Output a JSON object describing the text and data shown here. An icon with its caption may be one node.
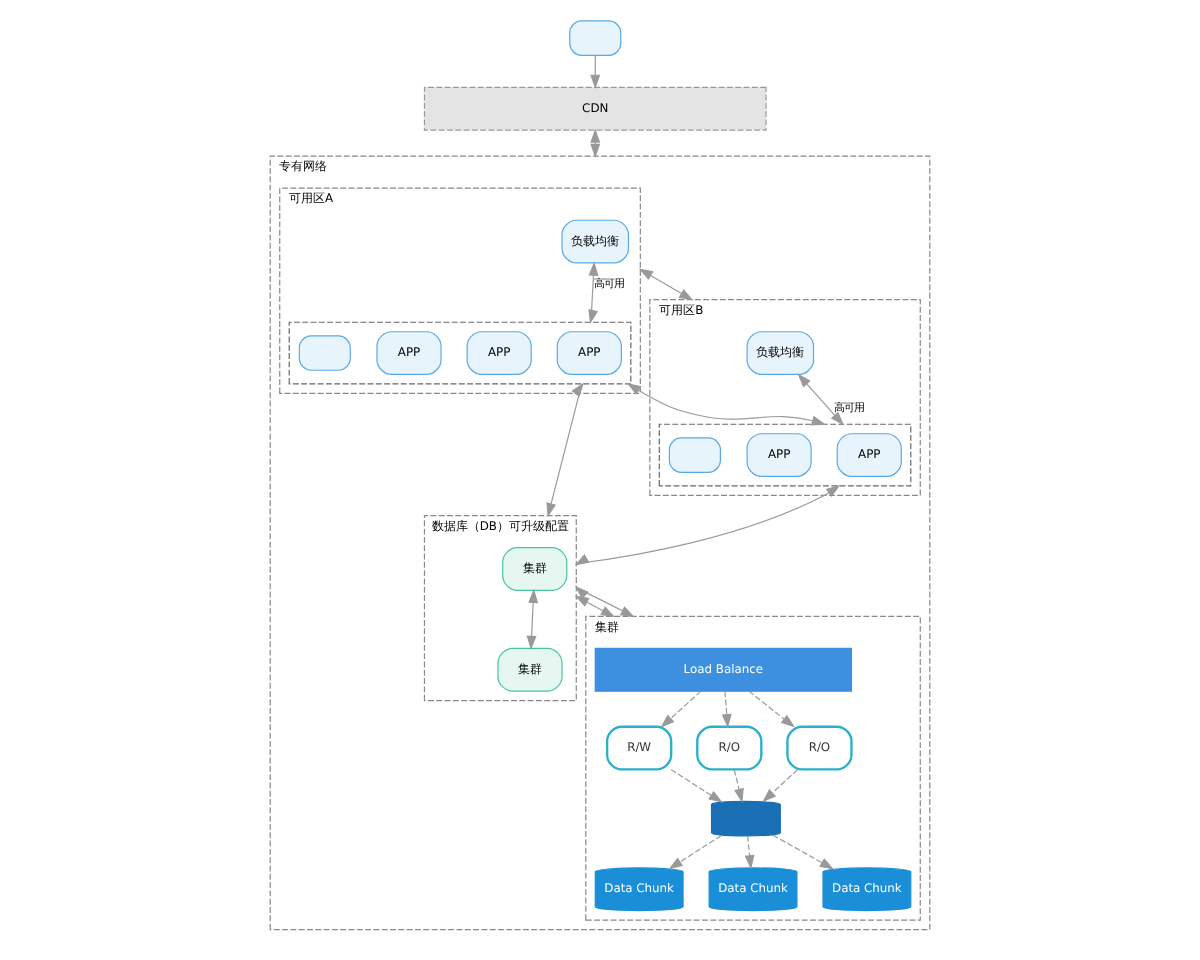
{
  "diagram": {
    "nodes": [
      {
        "text": [
          "CDN"
        ]
      },
      {
        "text": [
          "专有网络"
        ]
      },
      {
        "text": [
          "可用区A"
        ],
        "in": 1
      },
      {
        "text": [
          "负载均衡"
        ],
        "in": 2
      },
      {
        "text": [],
        "shape": "box",
        "in": 2
      },
      {
        "text": [
          "APP"
        ],
        "in": 4
      },
      {
        "text": [
          "APP"
        ],
        "in": 4
      },
      {
        "text": [
          "APP"
        ],
        "in": 4
      },
      {
        "text": [],
        "shape": "box",
        "in": 4
      },
      {
        "text": [
          "可用区B"
        ],
        "in": 1
      },
      {
        "text": [
          "负载均衡"
        ],
        "in": 9
      },
      {
        "text": [],
        "shape": "box",
        "in": 9
      },
      {
        "text": [
          "APP"
        ],
        "in": 11
      },
      {
        "text": [
          "APP"
        ],
        "in": 11
      },
      {
        "text": [],
        "shape": "box",
        "in": 11
      },
      {
        "text": [
          "数据库（DB）可升级配置"
        ],
        "in": 1
      },
      {
        "text": [
          "集群"
        ],
        "in": 15
      },
      {
        "text": [
          "集群"
        ],
        "in": 15
      },
      {
        "text": [
          "集群"
        ],
        "in": 1
      },
      {
        "text": [
          "Load Balance"
        ],
        "in": 18
      },
      {
        "text": [
          "R/W"
        ],
        "in": 18
      },
      {
        "text": [
          "R/O"
        ],
        "in": 18
      },
      {
        "text": [
          "R/O"
        ],
        "in": 18
      },
      {
        "text": [],
        "shape": "cylinder",
        "in": 18
      },
      {
        "text": [
          "Data Chunk"
        ],
        "in": 18
      },
      {
        "text": [
          "Data Chunk"
        ],
        "in": 18
      },
      {
        "text": [
          "Data Chunk"
        ],
        "in": 18
      },
      {
        "text": [],
        "shape": "box"
      }
    ],
    "edges": [
      {
        "from": 0,
        "to": 1,
        "arrow": "both"
      },
      {
        "from": 27,
        "to": 0,
        "arrow": "to"
      },
      {
        "from": 2,
        "to": 9,
        "arrow": "both"
      },
      {
        "from": 3,
        "to": 4,
        "arrow": "both",
        "label": "高可用"
      },
      {
        "from": 10,
        "to": 11,
        "arrow": "both",
        "label": "高可用"
      },
      {
        "from": 4,
        "to": 11,
        "arrow": "both"
      },
      {
        "from": 4,
        "to": 15,
        "arrow": "both"
      },
      {
        "from": 11,
        "to": 15,
        "arrow": "both"
      },
      {
        "from": 16,
        "to": 17,
        "arrow": "both"
      },
      {
        "from": 15,
        "to": 18,
        "arrow": "both"
      },
      {
        "from": 15,
        "to": 18,
        "arrow": "both"
      },
      {
        "from": 19,
        "to": 20,
        "arrow": "to",
        "style": "dashed"
      },
      {
        "from": 19,
        "to": 21,
        "arrow": "to",
        "style": "dashed"
      },
      {
        "from": 19,
        "to": 22,
        "arrow": "to",
        "style": "dashed"
      },
      {
        "from": 20,
        "to": 23,
        "arrow": "to",
        "style": "dashed"
      },
      {
        "from": 21,
        "to": 23,
        "arrow": "to",
        "style": "dashed"
      },
      {
        "from": 22,
        "to": 23,
        "arrow": "to",
        "style": "dashed"
      },
      {
        "from": 23,
        "to": 24,
        "arrow": "to",
        "style": "dashed"
      },
      {
        "from": 23,
        "to": 25,
        "arrow": "to",
        "style": "dashed"
      },
      {
        "from": 23,
        "to": 26,
        "arrow": "to",
        "style": "dashed"
      }
    ]
  }
}
